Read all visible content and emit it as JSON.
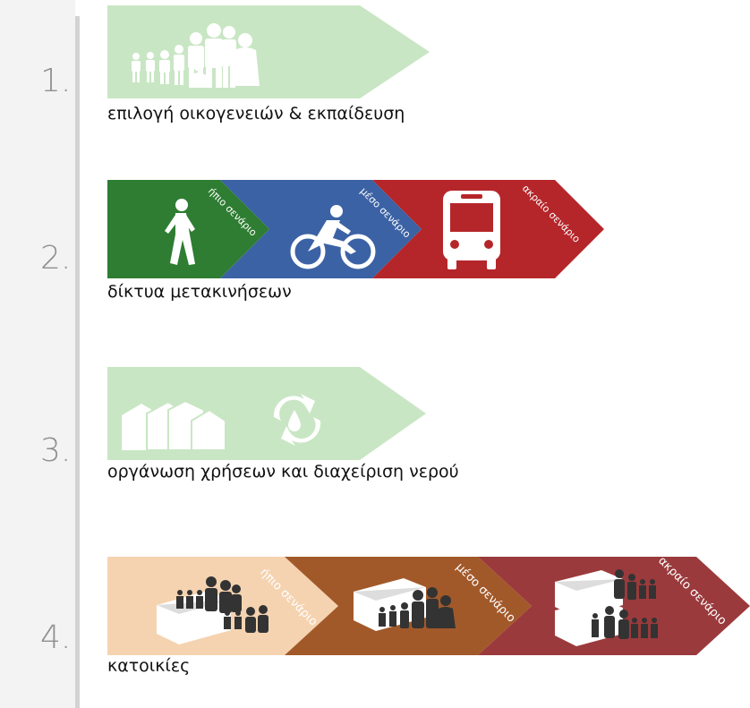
{
  "steps": [
    {
      "number": "1.",
      "caption": "επιλογή οικογενειών & εκπαίδευση"
    },
    {
      "number": "2.",
      "caption": "δίκτυα μετακινήσεων",
      "segments": [
        {
          "label": "ήπιο σενάριο",
          "icon": "pedestrian-icon",
          "color": "#2e7d32"
        },
        {
          "label": "μέσο σενάριο",
          "icon": "cyclist-icon",
          "color": "#3b62a4"
        },
        {
          "label": "ακραίο σενάριο",
          "icon": "bus-icon",
          "color": "#b5262a"
        }
      ]
    },
    {
      "number": "3.",
      "caption": "οργάνωση χρήσεων και διαχείριση νερού"
    },
    {
      "number": "4.",
      "caption": "κατοικίες",
      "segments": [
        {
          "label": "ήπιο σενάριο",
          "icon": "house-family-icon",
          "color": "#f5d3b0"
        },
        {
          "label": "μέσο σενάριο",
          "icon": "house-family-icon",
          "color": "#a2592a"
        },
        {
          "label": "ακραίο σενάριο",
          "icon": "house-family-icon",
          "color": "#9b3a3c"
        }
      ]
    }
  ],
  "colors": {
    "light_green": "#c9e6c4",
    "sidebar": "#f3f3f3"
  }
}
